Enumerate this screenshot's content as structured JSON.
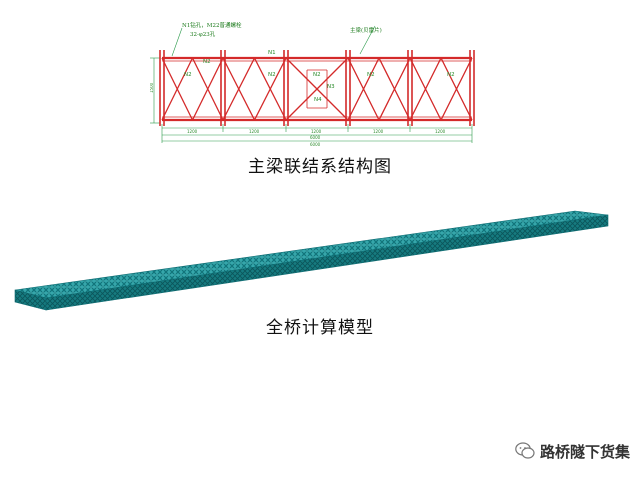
{
  "diagram_top": {
    "note_line_1": "N1钻孔，M22普通螺栓",
    "note_line_2": "32-φ23孔",
    "main_beam_label": "主梁(贝雷片)",
    "member_labels": [
      "N2",
      "N2",
      "N1",
      "N2",
      "N2",
      "N2",
      "N2",
      "N3",
      "N4"
    ],
    "height_dim": "1500",
    "dims_lower": [
      "1200",
      "1200",
      "1200",
      "1200",
      "1200"
    ],
    "total_dim_1": "6000",
    "total_dim_2": "6000"
  },
  "caption_top": "主梁联结系结构图",
  "caption_bottom": "全桥计算模型",
  "watermark": {
    "text": "路桥隧下货集",
    "icon": "wechat-icon"
  },
  "colors": {
    "truss_red": "#d42a2a",
    "dimension_green": "#2a9a4a",
    "model_teal": "#1f8f94"
  }
}
